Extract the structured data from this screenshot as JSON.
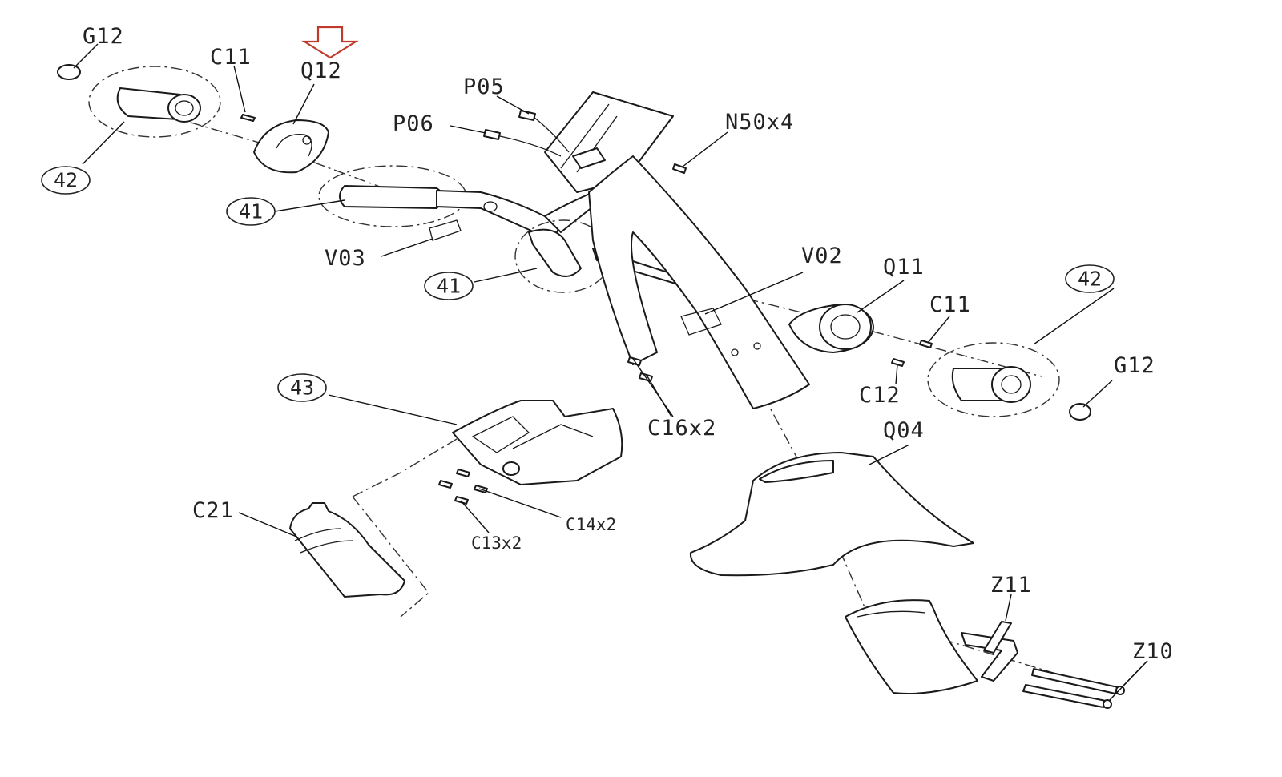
{
  "labels": {
    "g12_top": "G12",
    "c11_top": "C11",
    "q12": "Q12",
    "p05": "P05",
    "p06": "P06",
    "n50x4": "N50x4",
    "v03": "V03",
    "v02": "V02",
    "q11": "Q11",
    "c11_right": "C11",
    "c12": "C12",
    "g12_right": "G12",
    "c16x2": "C16x2",
    "q04": "Q04",
    "c21": "C21",
    "c14x2": "C14x2",
    "c13x2": "C13x2",
    "z11": "Z11",
    "z10": "Z10"
  },
  "callouts": {
    "c42_left": "42",
    "c41_upper": "41",
    "c41_lower": "41",
    "c42_right": "42",
    "c43": "43"
  },
  "highlight": {
    "target": "Q12",
    "arrow_color": "#c0392b"
  }
}
